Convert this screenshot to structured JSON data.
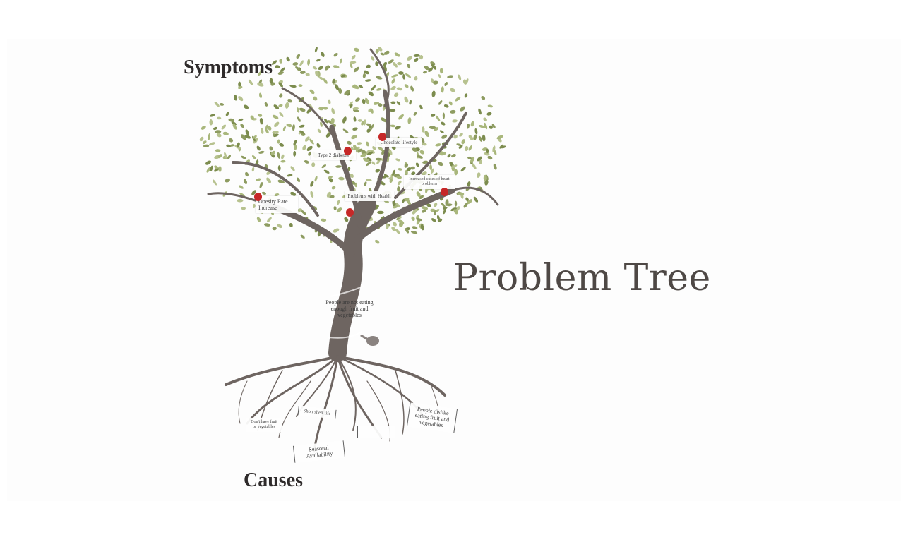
{
  "title": "Problem Tree",
  "labels": {
    "symptoms": "Symptoms",
    "causes": "Causes"
  },
  "trunk": {
    "text": "People are not eating enough fruit and vegetables"
  },
  "symptom_cards": [
    {
      "text": "Obesity Rate Increase"
    },
    {
      "text": "Type 2 diabetes"
    },
    {
      "text": "Chocolate lifestyle"
    },
    {
      "text": "Problems with Health"
    },
    {
      "text": "Increased cases of heart problems"
    }
  ],
  "cause_cards": [
    {
      "text": "Don't have fruit or vegetables"
    },
    {
      "text": "Short shelf life"
    },
    {
      "text": "Seasonal Availability"
    },
    {
      "text": ""
    },
    {
      "text": "People dislike eating fruit and vegetables"
    }
  ],
  "colors": {
    "trunk": "#6e6561",
    "leaf_dark": "#7c8c4e",
    "leaf_light": "#a9b77c",
    "apple": "#c62828",
    "text": "#2f2b2b"
  }
}
